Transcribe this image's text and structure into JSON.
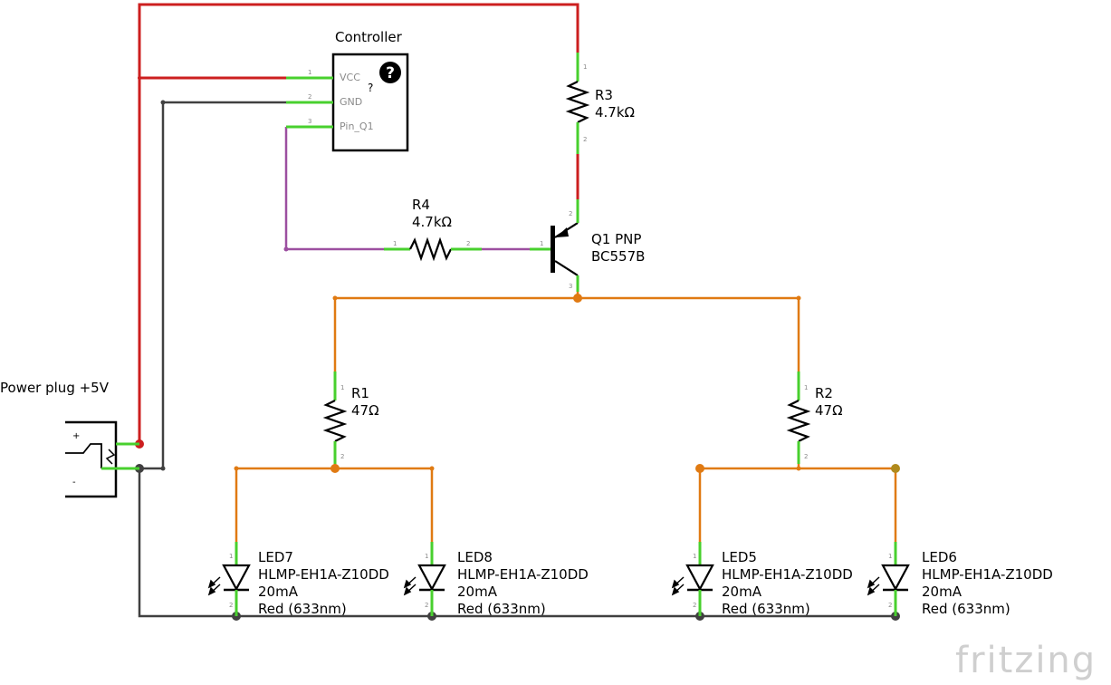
{
  "colors": {
    "vcc_wire": "#cc1f1f",
    "gnd_wire": "#404040",
    "signal_wire": "#9c4fa0",
    "led_wire": "#e07a12",
    "pin_stub": "#48d02e",
    "background": "#ffffff",
    "logo": "#cfcfcf"
  },
  "controller": {
    "title": "Controller",
    "help_glyph": "?",
    "subtitle": "?",
    "pins": [
      {
        "num": "1",
        "label": "VCC"
      },
      {
        "num": "2",
        "label": "GND"
      },
      {
        "num": "3",
        "label": "Pin_Q1"
      }
    ]
  },
  "power_plug": {
    "label": "Power plug +5V",
    "plus": "+",
    "minus": "-"
  },
  "components": {
    "r3": {
      "name": "R3",
      "value": "4.7kΩ",
      "pin1": "1",
      "pin2": "2"
    },
    "r4": {
      "name": "R4",
      "value": "4.7kΩ",
      "pin1": "1",
      "pin2": "2"
    },
    "q1": {
      "name": "Q1 PNP",
      "part": "BC557B",
      "pin1": "1",
      "pin2": "2",
      "pin3": "3"
    },
    "r1": {
      "name": "R1",
      "value": "47Ω",
      "pin1": "1",
      "pin2": "2"
    },
    "r2": {
      "name": "R2",
      "value": "47Ω",
      "pin1": "1",
      "pin2": "2"
    }
  },
  "leds": [
    {
      "name": "LED7",
      "part": "HLMP-EH1A-Z10DD",
      "current": "20mA",
      "color": "Red (633nm)",
      "pin1": "1",
      "pin2": "2"
    },
    {
      "name": "LED8",
      "part": "HLMP-EH1A-Z10DD",
      "current": "20mA",
      "color": "Red (633nm)",
      "pin1": "1",
      "pin2": "2"
    },
    {
      "name": "LED5",
      "part": "HLMP-EH1A-Z10DD",
      "current": "20mA",
      "color": "Red (633nm)",
      "pin1": "1",
      "pin2": "2"
    },
    {
      "name": "LED6",
      "part": "HLMP-EH1A-Z10DD",
      "current": "20mA",
      "color": "Red (633nm)",
      "pin1": "1",
      "pin2": "2"
    }
  ],
  "branding": {
    "logo": "fritzing"
  }
}
